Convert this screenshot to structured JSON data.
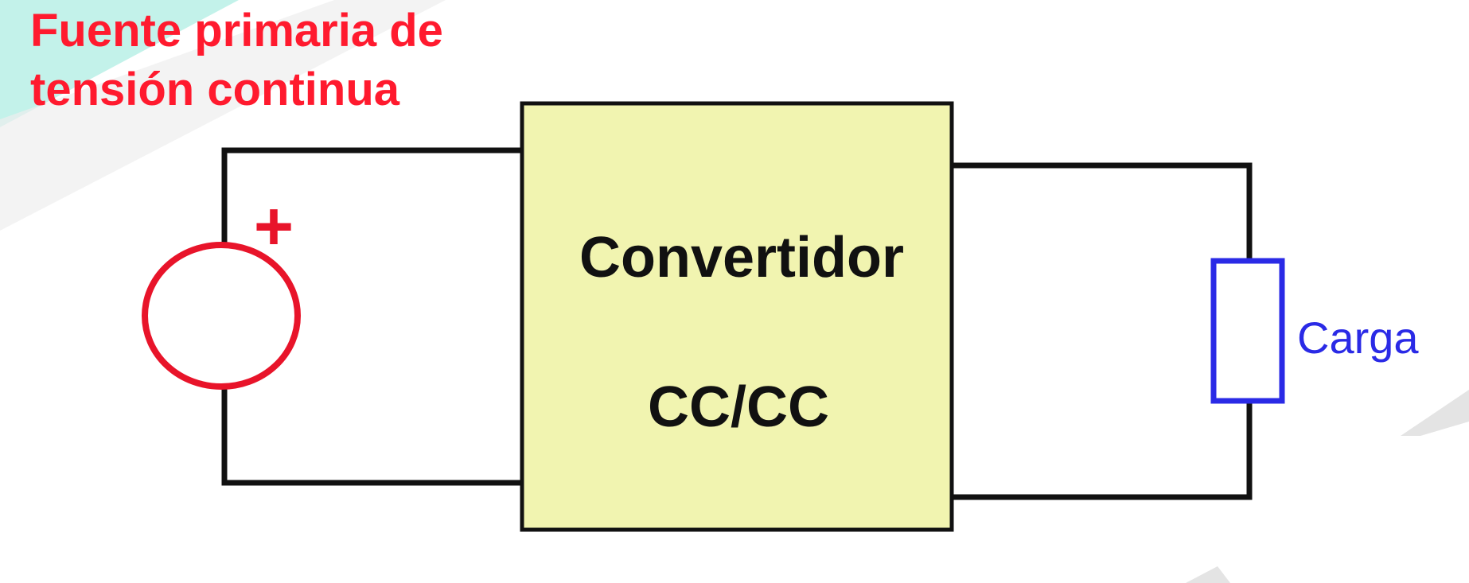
{
  "source": {
    "title_line1": "Fuente primaria de",
    "title_line2": "tensión continua",
    "polarity": "+"
  },
  "converter": {
    "line1": "Convertidor",
    "line2": "CC/CC"
  },
  "load": {
    "label": "Carga"
  },
  "colors": {
    "source": "#e8142a",
    "title": "#ff1a2e",
    "converter_fill": "#f1f4b0",
    "wire": "#111111",
    "load": "#2a2ae6",
    "background_accent_teal": "#b9f0e6",
    "background_accent_gray": "#e6e6e6"
  }
}
